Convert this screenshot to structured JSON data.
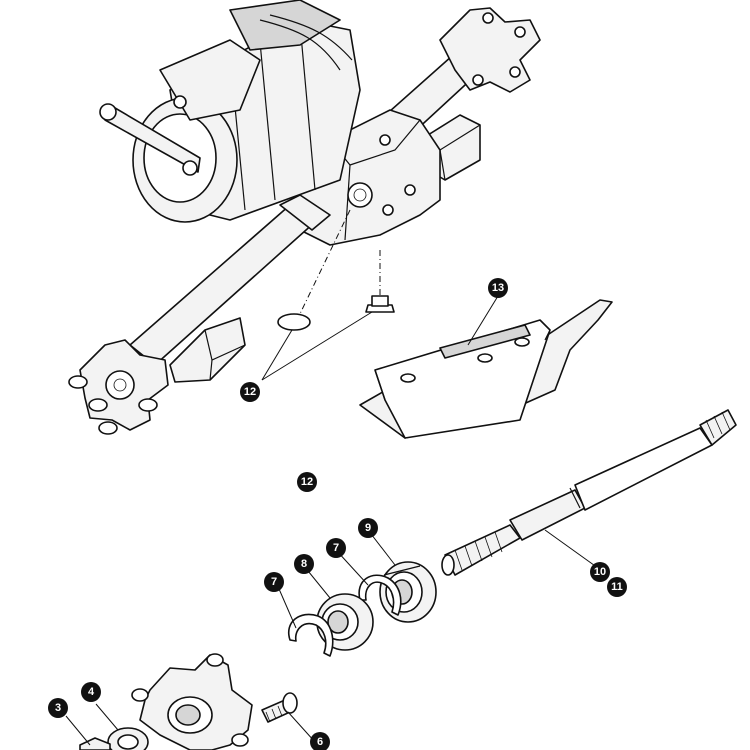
{
  "callouts": {
    "c3": "3",
    "c4": "4",
    "c6": "6",
    "c7a": "7",
    "c7b": "7",
    "c8": "8",
    "c9": "9",
    "c10": "10",
    "c11": "11",
    "c12a": "12",
    "c12b": "12",
    "c13": "13"
  },
  "colors": {
    "stroke": "#111111",
    "fill": "#f3f3f3",
    "shade": "#d6d6d6"
  }
}
